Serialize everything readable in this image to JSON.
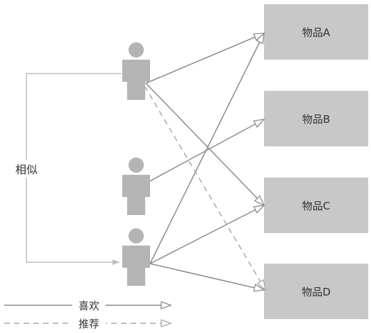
{
  "items": [
    {
      "id": "A",
      "label": "物品A"
    },
    {
      "id": "B",
      "label": "物品B"
    },
    {
      "id": "C",
      "label": "物品C"
    },
    {
      "id": "D",
      "label": "物品D"
    }
  ],
  "users": [
    {
      "id": "user1"
    },
    {
      "id": "user2"
    },
    {
      "id": "user3"
    }
  ],
  "similarity_label": "相似",
  "legend": {
    "like_label": "喜欢",
    "recommend_label": "推荐"
  },
  "relations": {
    "likes": [
      {
        "from": "user1",
        "to": "A"
      },
      {
        "from": "user1",
        "to": "C"
      },
      {
        "from": "user2",
        "to": "B"
      },
      {
        "from": "user3",
        "to": "A"
      },
      {
        "from": "user3",
        "to": "C"
      },
      {
        "from": "user3",
        "to": "D"
      }
    ],
    "recommends": [
      {
        "from": "user1",
        "to": "D"
      }
    ],
    "similar": [
      {
        "from": "user1",
        "to": "user3"
      }
    ]
  }
}
